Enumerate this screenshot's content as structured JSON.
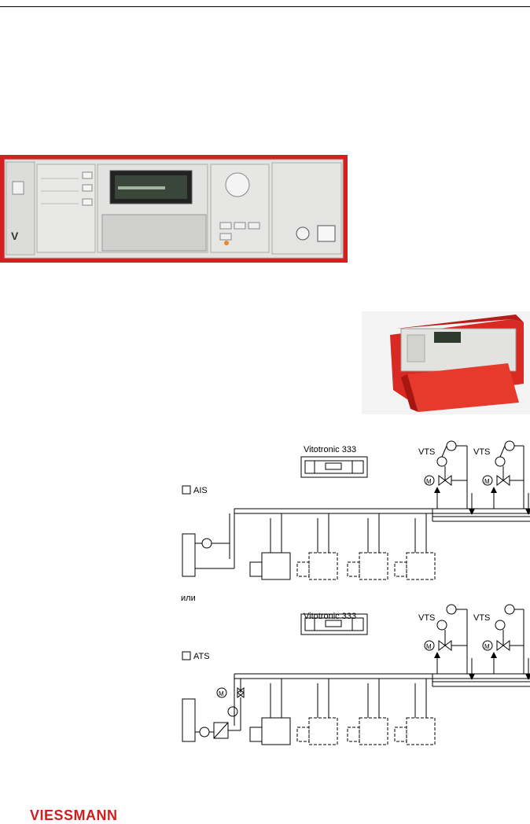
{
  "diagram": {
    "controller_label_1": "Vitotronic 333",
    "controller_label_2": "Vitotronic 333",
    "option_ais": "AIS",
    "option_ats": "ATS",
    "or_text": "или",
    "vts_labels": [
      "VTS",
      "VTS",
      "VTS",
      "VTS"
    ],
    "motor_symbol": "M"
  },
  "footer": {
    "logo_text": "VIESSMANN"
  },
  "colors": {
    "brand_red": "#d41c1c",
    "panel_gray": "#d8d8d6"
  }
}
